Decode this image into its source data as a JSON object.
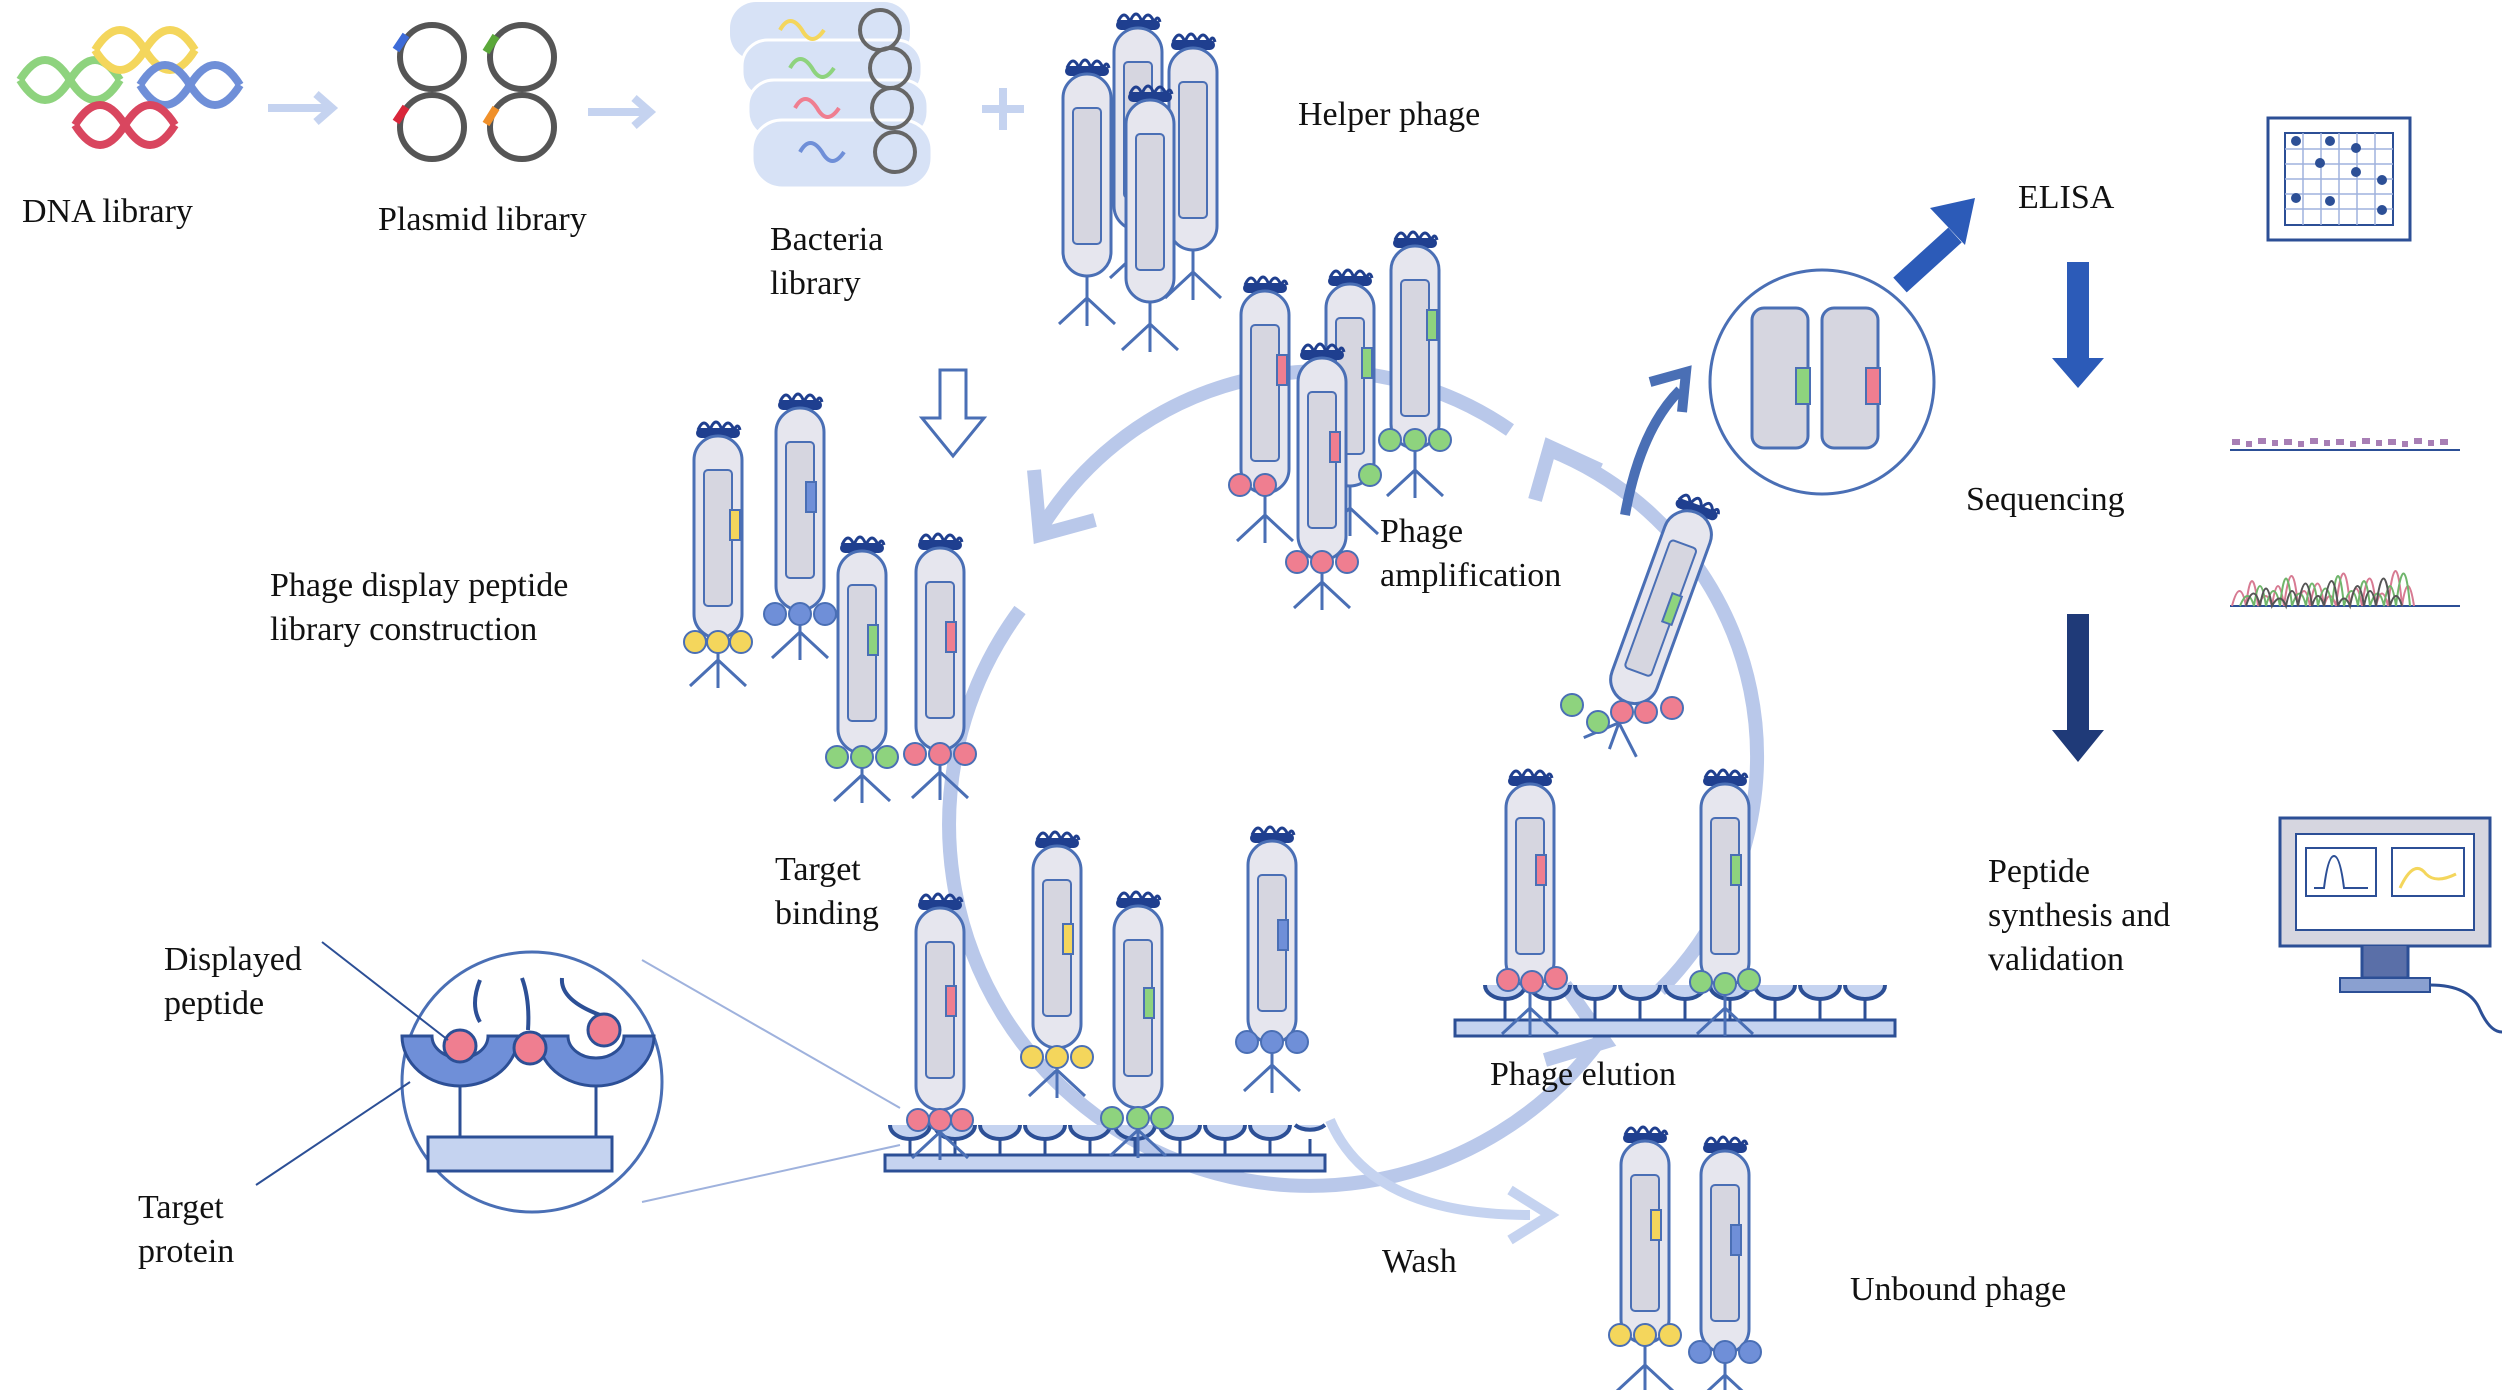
{
  "labels": {
    "dna_library": "DNA library",
    "plasmid_library": "Plasmid library",
    "bacteria_library_1": "Bacteria",
    "bacteria_library_2": "library",
    "helper_phage": "Helper phage",
    "elisa": "ELISA",
    "sequencing": "Sequencing",
    "peptide_synthesis_1": "Peptide",
    "peptide_synthesis_2": "synthesis and",
    "peptide_synthesis_3": "validation",
    "phage_display_1": "Phage display peptide",
    "phage_display_2": "library construction",
    "phage_amplification_1": "Phage",
    "phage_amplification_2": "amplification",
    "target_binding_1": "Target",
    "target_binding_2": "binding",
    "displayed_peptide_1": "Displayed",
    "displayed_peptide_2": "peptide",
    "target_protein_1": "Target",
    "target_protein_2": "protein",
    "phage_elution": "Phage elution",
    "wash": "Wash",
    "unbound_phage": "Unbound phage"
  },
  "colors": {
    "phage_outline": "#4a6fb5",
    "phage_fill": "#e6e6ee",
    "head_fill": "#1f3f8f",
    "cycle_arrow": "#b9c8ea",
    "peptide_yellow": "#f4d65c",
    "peptide_blue": "#6f8fd8",
    "peptide_green": "#8ed37e",
    "peptide_pink": "#ef7e90",
    "dark_arrow": "#2c4f96",
    "surface_fill": "#c5d3f0"
  }
}
